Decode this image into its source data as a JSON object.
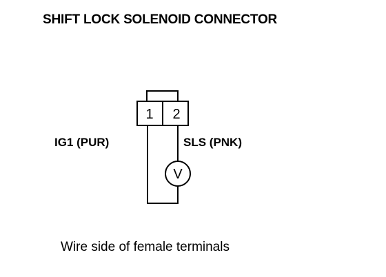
{
  "title": "SHIFT LOCK SOLENOID CONNECTOR",
  "connector": {
    "pins": [
      {
        "number": "1",
        "wire_label": "IG1 (PUR)"
      },
      {
        "number": "2",
        "wire_label": "SLS (PNK)"
      }
    ]
  },
  "meter": {
    "symbol": "V",
    "icon": "voltmeter-icon"
  },
  "caption": "Wire side of female terminals"
}
